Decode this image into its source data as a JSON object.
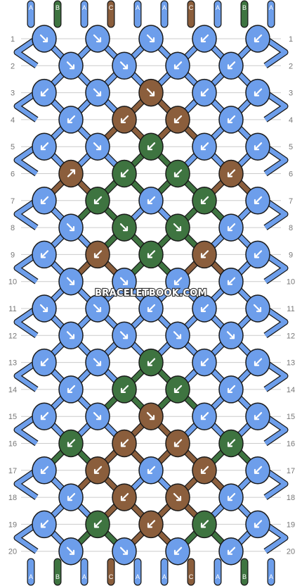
{
  "colors": {
    "A": "#6d9eeb",
    "B": "#3e7440",
    "C": "#8b5e3c",
    "outline": "#1a1a1a",
    "arrow": "#ffffff"
  },
  "top_strings": [
    "A",
    "B",
    "A",
    "C",
    "A",
    "A",
    "C",
    "A",
    "B",
    "A"
  ],
  "bottom_strings": [
    "A",
    "B",
    "A",
    "C",
    "A",
    "A",
    "C",
    "A",
    "B",
    "A"
  ],
  "row_numbers": [
    "1",
    "2",
    "3",
    "4",
    "5",
    "6",
    "7",
    "8",
    "9",
    "10",
    "11",
    "12",
    "13",
    "14",
    "15",
    "16",
    "17",
    "18",
    "19",
    "20"
  ],
  "watermark": "BRACELETBOOK.COM",
  "knot_colors": [
    [
      "A",
      "A",
      "A",
      "A",
      "A"
    ],
    [
      "A",
      "A",
      "A",
      "A"
    ],
    [
      "A",
      "A",
      "C",
      "A",
      "A"
    ],
    [
      "A",
      "C",
      "C",
      "A"
    ],
    [
      "A",
      "A",
      "B",
      "A",
      "A"
    ],
    [
      "C",
      "B",
      "B",
      "C"
    ],
    [
      "A",
      "B",
      "A",
      "B",
      "A"
    ],
    [
      "A",
      "B",
      "B",
      "A"
    ],
    [
      "A",
      "C",
      "B",
      "C",
      "A"
    ],
    [
      "A",
      "A",
      "A",
      "A"
    ],
    [
      "A",
      "A",
      "A",
      "A",
      "A"
    ],
    [
      "A",
      "A",
      "A",
      "A"
    ],
    [
      "A",
      "A",
      "B",
      "A",
      "A"
    ],
    [
      "A",
      "B",
      "B",
      "A"
    ],
    [
      "A",
      "A",
      "C",
      "A",
      "A"
    ],
    [
      "B",
      "C",
      "C",
      "B"
    ],
    [
      "A",
      "C",
      "A",
      "C",
      "A"
    ],
    [
      "A",
      "C",
      "C",
      "A"
    ],
    [
      "A",
      "B",
      "C",
      "B",
      "A"
    ],
    [
      "A",
      "A",
      "A",
      "A"
    ]
  ],
  "knot_arrows": [
    [
      "fr",
      "fr",
      "fr",
      "fl",
      "fl"
    ],
    [
      "fr",
      "fr",
      "fl",
      "fl"
    ],
    [
      "fl",
      "fr",
      "fr",
      "fl",
      "fl"
    ],
    [
      "fl",
      "fl",
      "fl",
      "fl"
    ],
    [
      "fl",
      "fr",
      "fl",
      "fl",
      "fl"
    ],
    [
      "bl",
      "fl",
      "fl",
      "fl"
    ],
    [
      "fl",
      "fl",
      "fl",
      "fl",
      "fl"
    ],
    [
      "fr",
      "fr",
      "fr",
      "fl"
    ],
    [
      "fl",
      "fl",
      "fl",
      "fl",
      "fl"
    ],
    [
      "fr",
      "fr",
      "fl",
      "fl"
    ],
    [
      "fr",
      "fr",
      "fl",
      "fl",
      "fr"
    ],
    [
      "fr",
      "fr",
      "fr",
      "fr"
    ],
    [
      "fl",
      "fr",
      "fl",
      "fl",
      "fl"
    ],
    [
      "fl",
      "fl",
      "fl",
      "fl"
    ],
    [
      "fl",
      "fr",
      "fr",
      "fl",
      "fl"
    ],
    [
      "fl",
      "fl",
      "fl",
      "fl"
    ],
    [
      "fl",
      "fl",
      "fl",
      "fl",
      "fl"
    ],
    [
      "fl",
      "fl",
      "fr",
      "fl"
    ],
    [
      "fl",
      "fl",
      "fl",
      "fl",
      "fl"
    ],
    [
      "fr",
      "fr",
      "fl",
      "fl"
    ]
  ]
}
